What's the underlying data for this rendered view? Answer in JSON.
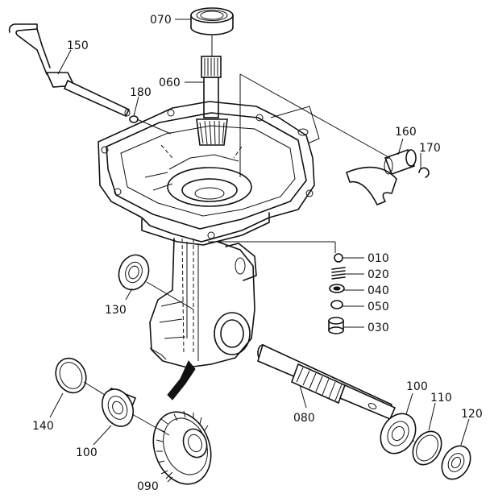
{
  "labels": {
    "p070": "070",
    "p150": "150",
    "p180": "180",
    "p060": "060",
    "p160": "160",
    "p170": "170",
    "p010": "010",
    "p020": "020",
    "p040": "040",
    "p050": "050",
    "p030": "030",
    "p130": "130",
    "p080": "080",
    "p100a": "100",
    "p110": "110",
    "p120": "120",
    "p140": "140",
    "p100b": "100",
    "p090": "090"
  }
}
